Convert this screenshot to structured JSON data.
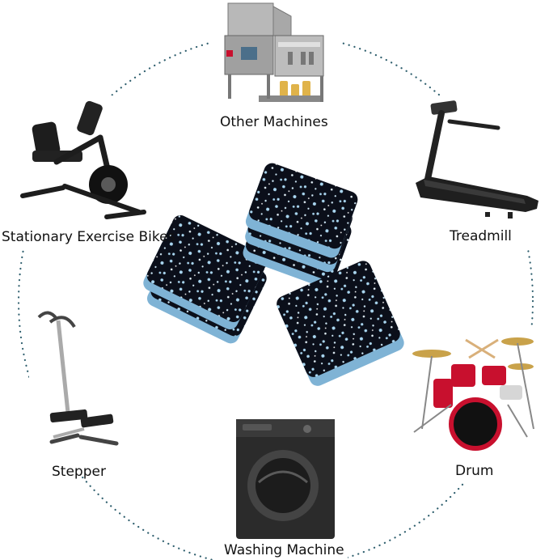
{
  "labels": {
    "other_machines": "Other Machines",
    "treadmill": "Treadmill",
    "stationary_bikes": "Stationary Exercise Bikes",
    "drum": "Drum",
    "stepper": "Stepper",
    "washing_machine": "Washing Machine"
  },
  "colors": {
    "ring_dots": "#2f5f6e",
    "pad_top": "#0b0f1a",
    "pad_speckle": "#a9d6f0",
    "pad_edge": "#7fb3d5",
    "drum_red": "#c8102e",
    "machine_steel": "#9a9a9a",
    "appliance_dark": "#2b2b2b"
  },
  "icons": [
    "anti-vibration-pads",
    "other-machines-icon",
    "treadmill-icon",
    "exercise-bike-icon",
    "drum-kit-icon",
    "stepper-icon",
    "washing-machine-icon"
  ]
}
